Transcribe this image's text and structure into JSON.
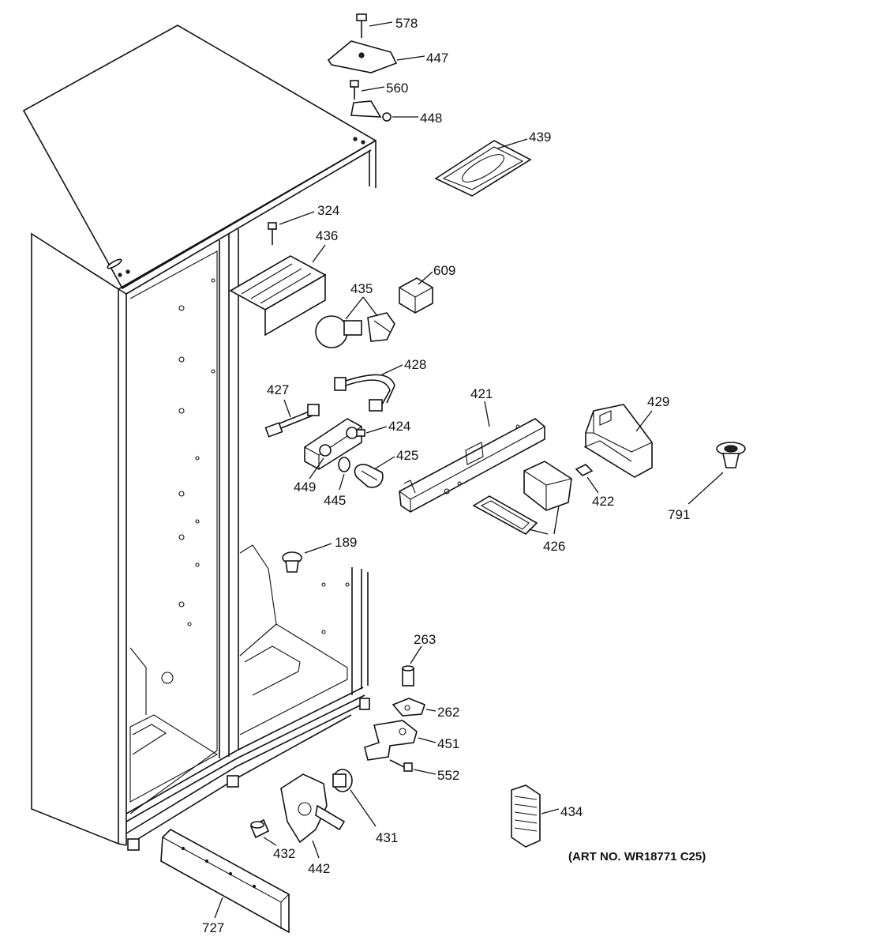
{
  "labels": {
    "p578": "578",
    "p447": "447",
    "p560": "560",
    "p448": "448",
    "p439": "439",
    "p324": "324",
    "p436": "436",
    "p609": "609",
    "p435": "435",
    "p428": "428",
    "p427": "427",
    "p421": "421",
    "p429": "429",
    "p424": "424",
    "p425": "425",
    "p449": "449",
    "p445": "445",
    "p422": "422",
    "p791": "791",
    "p426": "426",
    "p189": "189",
    "p263": "263",
    "p262": "262",
    "p451": "451",
    "p552": "552",
    "p434": "434",
    "p431": "431",
    "p432": "432",
    "p442": "442",
    "p727": "727"
  },
  "art_number": "(ART NO. WR18771 C25)"
}
